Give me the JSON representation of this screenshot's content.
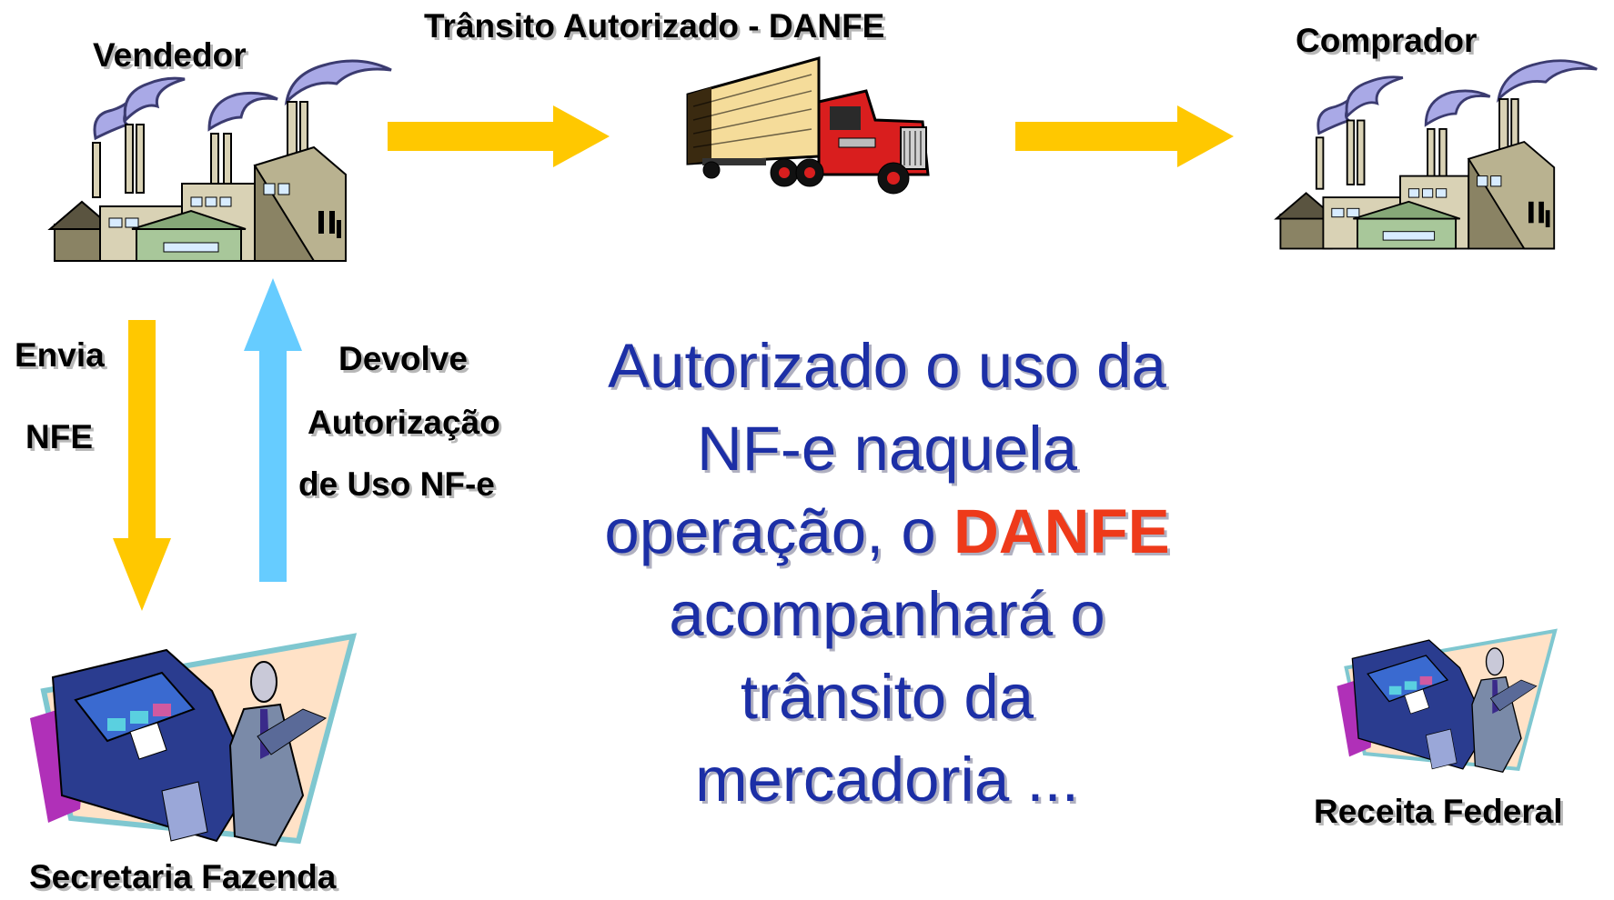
{
  "labels": {
    "seller": "Vendedor",
    "transit": "Trânsito Autorizado - DANFE",
    "buyer": "Comprador",
    "sends_line1": "Envia",
    "sends_line2": "NFE",
    "returns_line1": "Devolve",
    "returns_line2": "Autorização",
    "returns_line3": "de Uso NF-e",
    "sefaz": "Secretaria Fazenda",
    "receita": "Receita Federal"
  },
  "message": {
    "line1": "Autorizado o uso da",
    "line2": "NF-e naquela",
    "line3_prefix": "operação, o ",
    "line3_highlight": "DANFE",
    "line4": "acompanhará o",
    "line5": "trânsito da",
    "line6": "mercadoria ..."
  },
  "colors": {
    "text_blue": "#1c2fa6",
    "highlight_red": "#ee3a1a",
    "arrow_yellow": "#ffc800",
    "arrow_blue": "#66ccff"
  },
  "icons": [
    "factory-icon",
    "truck-icon",
    "computer-operator-icon"
  ]
}
